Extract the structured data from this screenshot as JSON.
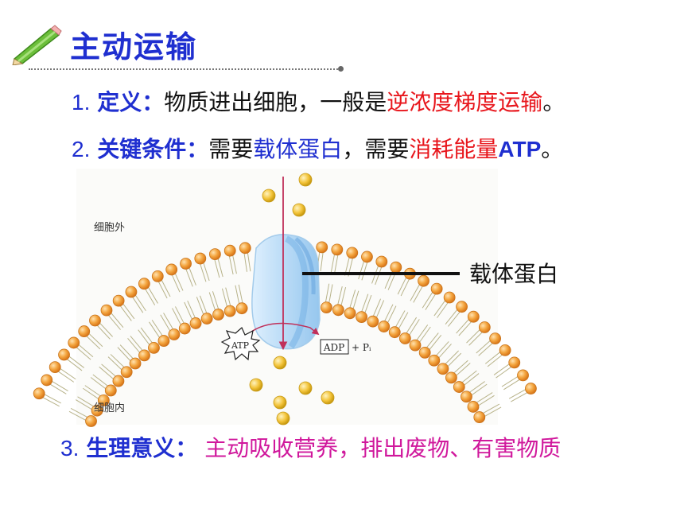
{
  "title": "主动运输",
  "definition": {
    "num": "1.",
    "label": "定义：",
    "text": "物质进出细胞，一般是",
    "highlight": "逆浓度梯度运输",
    "end": "。"
  },
  "conditions": {
    "num": "2.",
    "label": "关键条件：",
    "p1": "需要",
    "h1": "载体蛋白",
    "p2": "，需要",
    "h2": "消耗能量",
    "h3": "ATP",
    "end": "。"
  },
  "significance": {
    "num": "3.",
    "label": "生理意义：",
    "text": "主动吸收营养，排出废物、有害物质"
  },
  "diagram": {
    "outside_label": "细胞外",
    "inside_label": "细胞内",
    "carrier_label": "载体蛋白",
    "atp_label": "ATP",
    "adp_label": "ADP",
    "pi_label": "+ Pᵢ"
  },
  "colors": {
    "title": "#1f2fd0",
    "highlight_red": "#e8161c",
    "highlight_blue": "#1f2fd0",
    "highlight_magenta": "#d0189c",
    "lipid_head": "#f2a23a",
    "molecule": "#f3c43a"
  }
}
